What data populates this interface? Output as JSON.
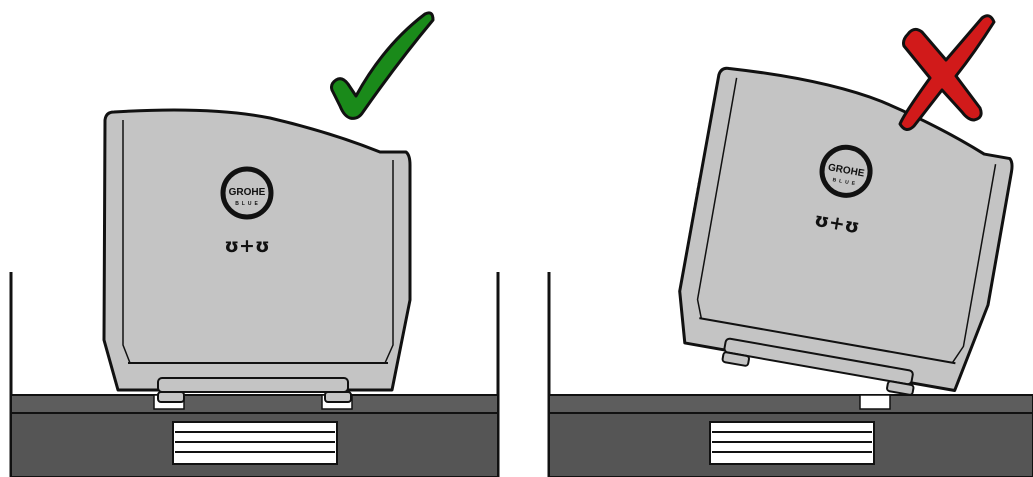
{
  "panels": [
    {
      "id": "correct",
      "verdict": "correct",
      "mark": "checkmark",
      "mark_color": "#1a8a1a",
      "logo_brand": "GROHE",
      "logo_sub": "BLUE",
      "care_symbol": "♉+♉",
      "description": "filter cartridge placed upright, both feet on the mounts"
    },
    {
      "id": "incorrect",
      "verdict": "incorrect",
      "mark": "cross",
      "mark_color": "#d11a1a",
      "logo_brand": "GROHE",
      "logo_sub": "BLUE",
      "care_symbol": "♉+♉",
      "description": "filter cartridge tilted, only one foot on the mount"
    }
  ],
  "colors": {
    "body_fill": "#c4c4c4",
    "outline": "#111111",
    "base_dark": "#555555",
    "base_top": "#6a6a6a",
    "vent_fill": "#ffffff"
  }
}
